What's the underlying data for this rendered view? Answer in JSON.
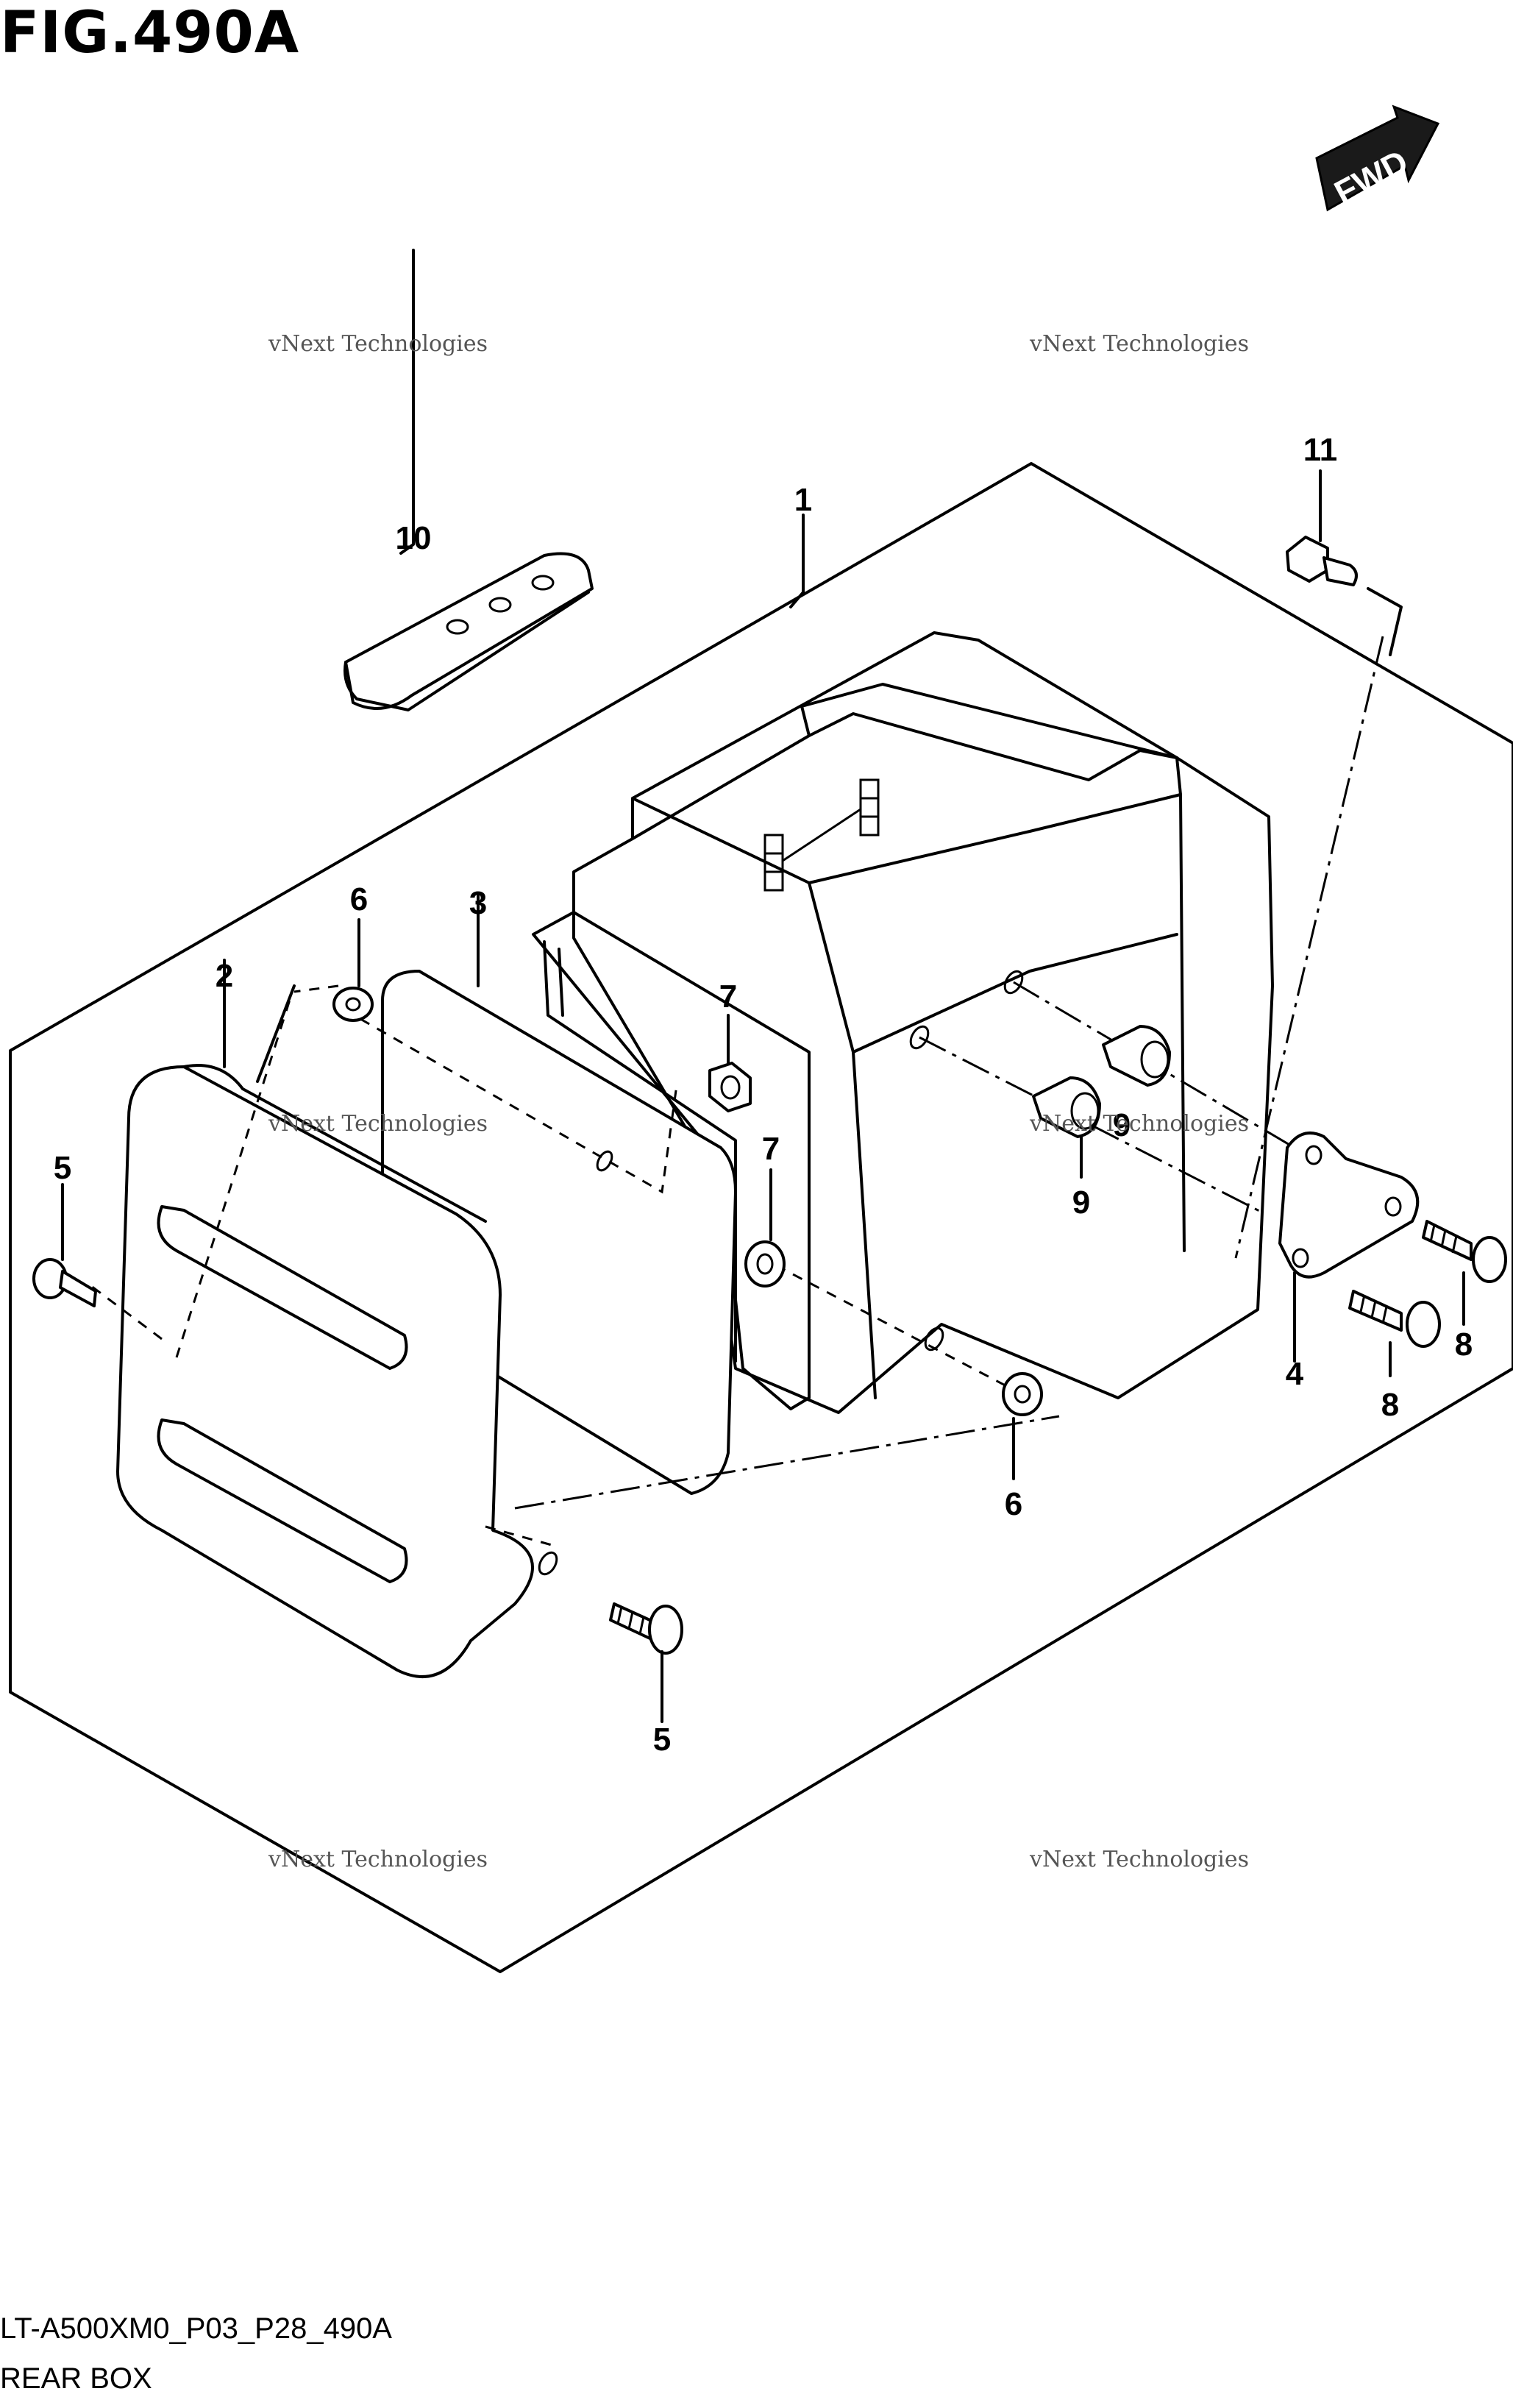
{
  "figure": {
    "title": "FIG.490A",
    "code": "LT-A500XM0_P03_P28_490A",
    "name": "REAR BOX"
  },
  "direction_badge": "FWD",
  "watermark": {
    "line1": "vNext Technologies",
    "line2": "Technologies",
    "line3": "vNext"
  },
  "callouts": [
    {
      "id": "c1",
      "label": "1"
    },
    {
      "id": "c2",
      "label": "2"
    },
    {
      "id": "c3",
      "label": "3"
    },
    {
      "id": "c4",
      "label": "4"
    },
    {
      "id": "c5a",
      "label": "5"
    },
    {
      "id": "c5b",
      "label": "5"
    },
    {
      "id": "c6a",
      "label": "6"
    },
    {
      "id": "c6b",
      "label": "6"
    },
    {
      "id": "c7a",
      "label": "7"
    },
    {
      "id": "c7b",
      "label": "7"
    },
    {
      "id": "c8a",
      "label": "8"
    },
    {
      "id": "c8b",
      "label": "8"
    },
    {
      "id": "c9a",
      "label": "9"
    },
    {
      "id": "c9b",
      "label": "9"
    },
    {
      "id": "c10",
      "label": "10"
    },
    {
      "id": "c11",
      "label": "11"
    }
  ]
}
